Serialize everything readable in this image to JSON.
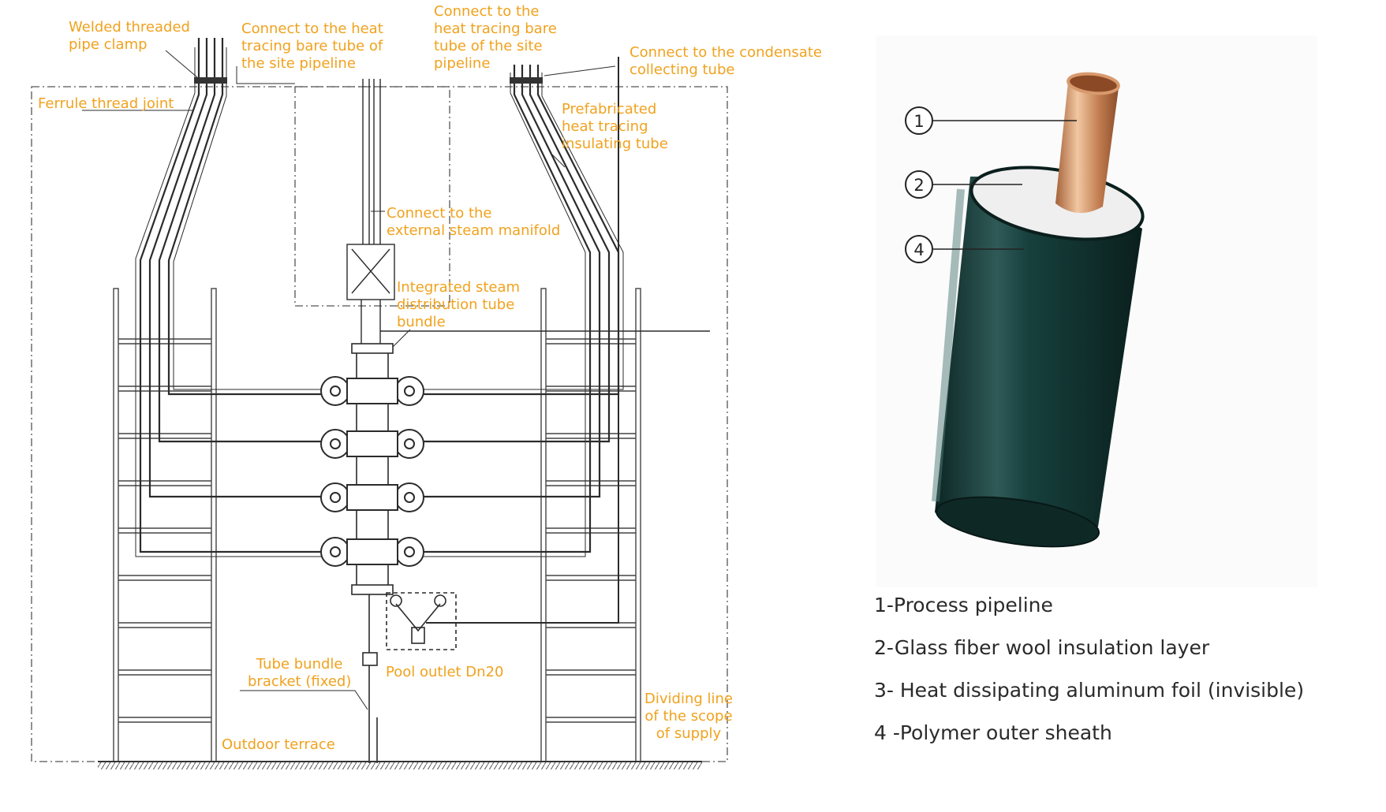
{
  "labels": {
    "welded_clamp": "Welded threaded\npipe clamp",
    "connect_site_left": "Connect to the heat\ntracing bare tube of\nthe site pipeline",
    "connect_site_mid": "Connect to the\nheat tracing bare\ntube of the site\npipeline",
    "connect_condensate": "Connect to the condensate\ncollecting tube",
    "ferrule": "Ferrule thread joint",
    "prefab": "Prefabricated\nheat tracing\ninsulating tube",
    "steam_manifold": "Connect to the\nexternal steam manifold",
    "integrated": "Integrated steam\ndistribution tube\nbundle",
    "bracket": "Tube bundle\nbracket (fixed)",
    "pool_outlet": "Pool outlet Dn20",
    "dividing": "Dividing line\nof the scope\nof supply",
    "terrace": "Outdoor terrace"
  },
  "callouts": [
    "1",
    "2",
    "4"
  ],
  "legend": [
    "1-Process pipeline",
    "2-Glass fiber wool insulation layer",
    "3- Heat dissipating aluminum foil (invisible)",
    "4 -Polymer outer sheath"
  ],
  "colors": {
    "label": "#f0a21e",
    "line": "#2b2b2b",
    "sheath": "#143b39",
    "copper": "#c8885c",
    "wool": "#eeeeee"
  }
}
